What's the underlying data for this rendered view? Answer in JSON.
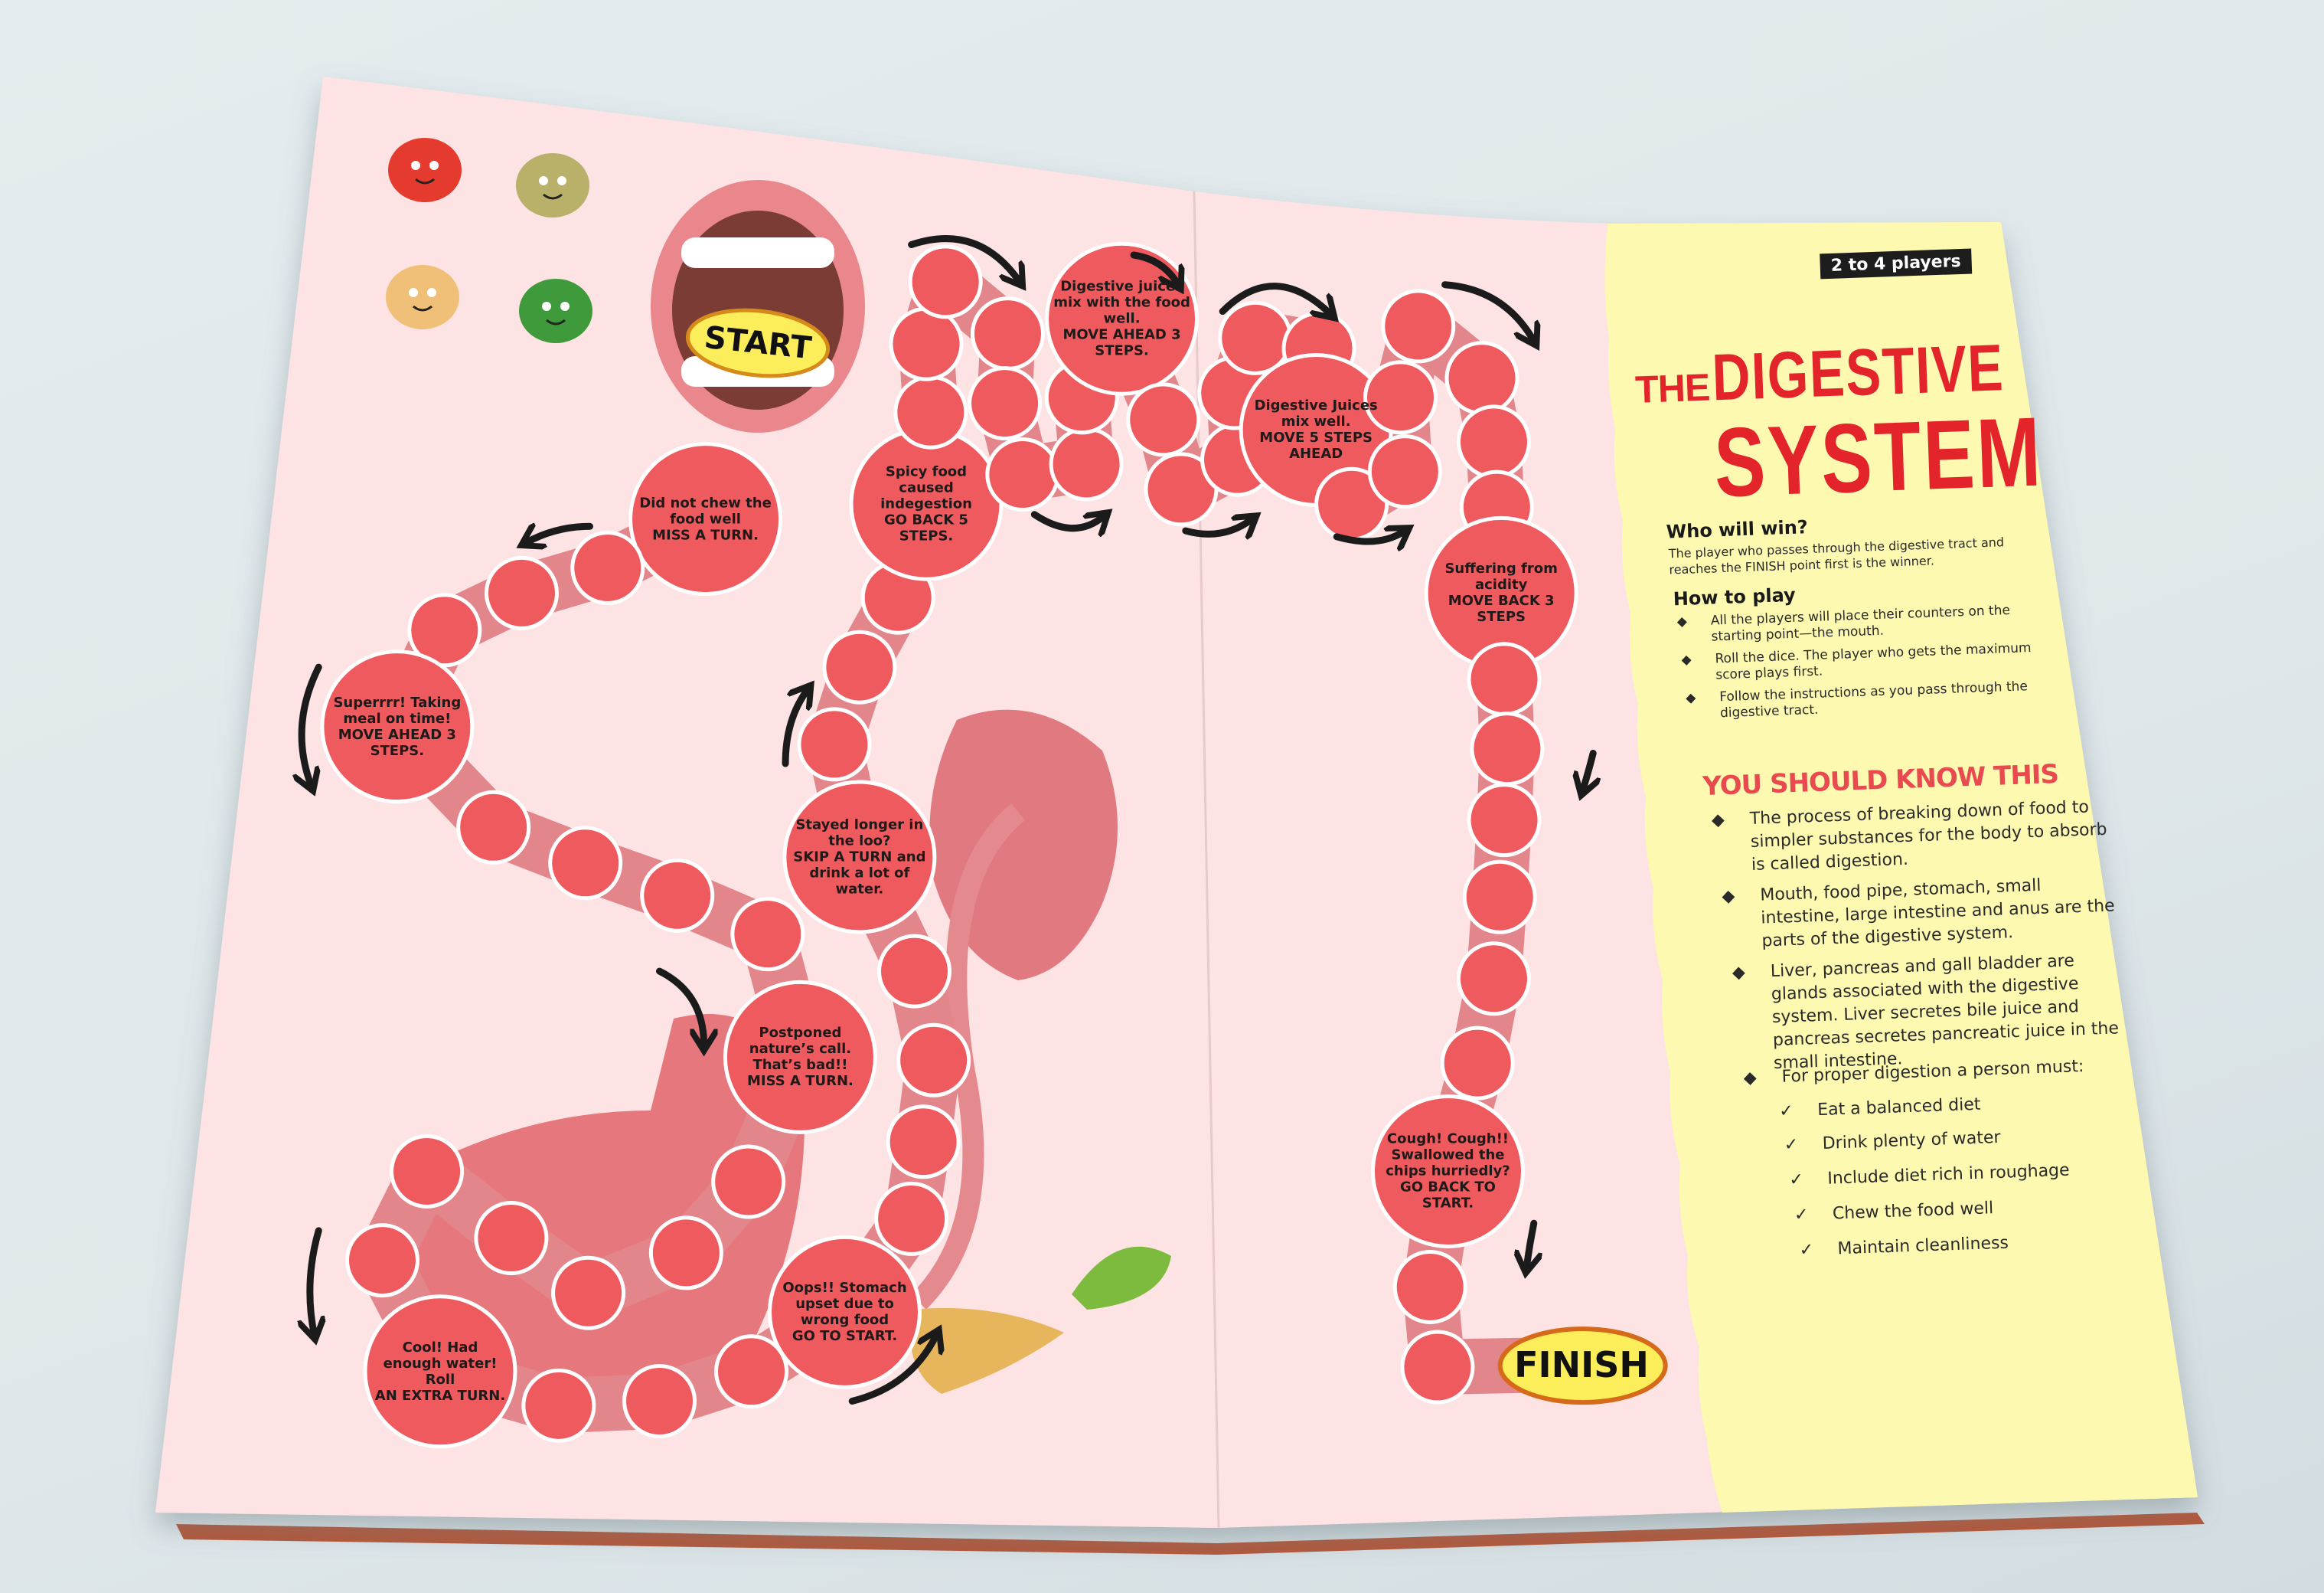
{
  "colors": {
    "background": "#e2eaed",
    "board_page": "#fde3e3",
    "info_page": "#fef9b0",
    "square": "#ef5a5e",
    "tube": "#e2868b",
    "title_red": "#e3242b",
    "oval_yellow": "#fbee5a"
  },
  "board": {
    "start_label": "START",
    "finish_label": "FINISH",
    "special_squares": [
      {
        "id": "did-not-chew",
        "text": "Did not chew the food well",
        "action": "MISS A TURN."
      },
      {
        "id": "spicy-food",
        "text": "Spicy food caused indegestion",
        "action": "GO BACK 5 STEPS."
      },
      {
        "id": "digestive-juices-3",
        "text": "Digestive juices mix with the food well.",
        "action": "MOVE AHEAD 3 STEPS."
      },
      {
        "id": "digestive-juices-5",
        "text": "Digestive Juices mix well.",
        "action": "MOVE 5 STEPS AHEAD"
      },
      {
        "id": "acidity",
        "text": "Suffering from acidity",
        "action": "MOVE BACK 3 STEPS"
      },
      {
        "id": "meal-on-time",
        "text": "Superrrr! Taking meal on time!",
        "action": "MOVE AHEAD 3 STEPS."
      },
      {
        "id": "loo",
        "text": "Stayed longer in the loo?",
        "action": "SKIP A TURN and drink a lot of water."
      },
      {
        "id": "natures-call",
        "text": "Postponed nature’s call. That’s bad!!",
        "action": "MISS A TURN."
      },
      {
        "id": "stomach-upset",
        "text": "Oops!! Stomach upset due to wrong food",
        "action": "GO TO START."
      },
      {
        "id": "enough-water",
        "text": "Cool! Had enough water! Roll",
        "action": "AN EXTRA TURN."
      },
      {
        "id": "chips",
        "text": "Cough! Cough!! Swallowed the chips hurriedly?",
        "action": "GO BACK TO START."
      }
    ],
    "characters": [
      "tomato-icon",
      "sprouts-bowl-icon",
      "toast-icon",
      "broccoli-icon"
    ]
  },
  "info": {
    "players_badge": "2 to 4 players",
    "title_the": "THE",
    "title_digestive": "DIGESTIVE",
    "title_system": "SYSTEM",
    "who_heading": "Who will win?",
    "who_text": "The player who passes through the digestive tract and reaches the FINISH point first is the winner.",
    "how_heading": "How to play",
    "how_items": [
      "All the players will place their counters on the starting point—the mouth.",
      "Roll the dice. The player who gets the maximum score plays first.",
      "Follow the instructions as you pass through the digestive tract."
    ],
    "know_heading": "YOU SHOULD KNOW THIS",
    "know_items": [
      "The process of breaking down of food to simpler substances for the body to absorb is called digestion.",
      "Mouth, food pipe, stomach, small intestine, large intestine and anus are the parts of the digestive system.",
      "Liver, pancreas and gall bladder are glands associated with the digestive system. Liver secretes bile juice and pancreas secretes pancreatic juice in the small intestine.",
      "For proper digestion a person must:"
    ],
    "must_items": [
      "Eat a balanced diet",
      "Drink plenty of water",
      "Include diet rich in roughage",
      "Chew the food well",
      "Maintain cleanliness"
    ],
    "bullet_glyph": "◆",
    "check_glyph": "✓"
  }
}
